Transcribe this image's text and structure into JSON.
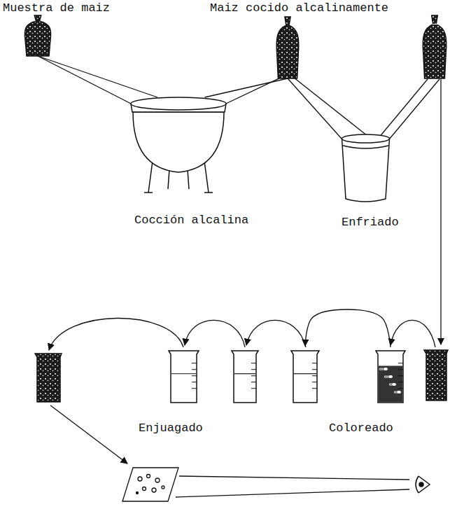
{
  "diagram": {
    "nodes": [
      {
        "text": [
          "Muestra de maiz"
        ]
      },
      {
        "text": [
          "Maiz cocido alcalinamente"
        ]
      },
      {
        "text": [
          "Cocción alcalina"
        ]
      },
      {
        "text": [
          "Enfriado"
        ]
      },
      {
        "text": [
          "Enjuagado"
        ]
      },
      {
        "text": [
          "Coloreado"
        ]
      }
    ],
    "edges": [
      {
        "from": 0,
        "to": 2,
        "arrow": "none"
      },
      {
        "from": 2,
        "to": 1,
        "arrow": "none"
      },
      {
        "from": 1,
        "to": 3,
        "arrow": "none"
      },
      {
        "from": 5,
        "to": 4,
        "arrow": "to"
      }
    ]
  }
}
